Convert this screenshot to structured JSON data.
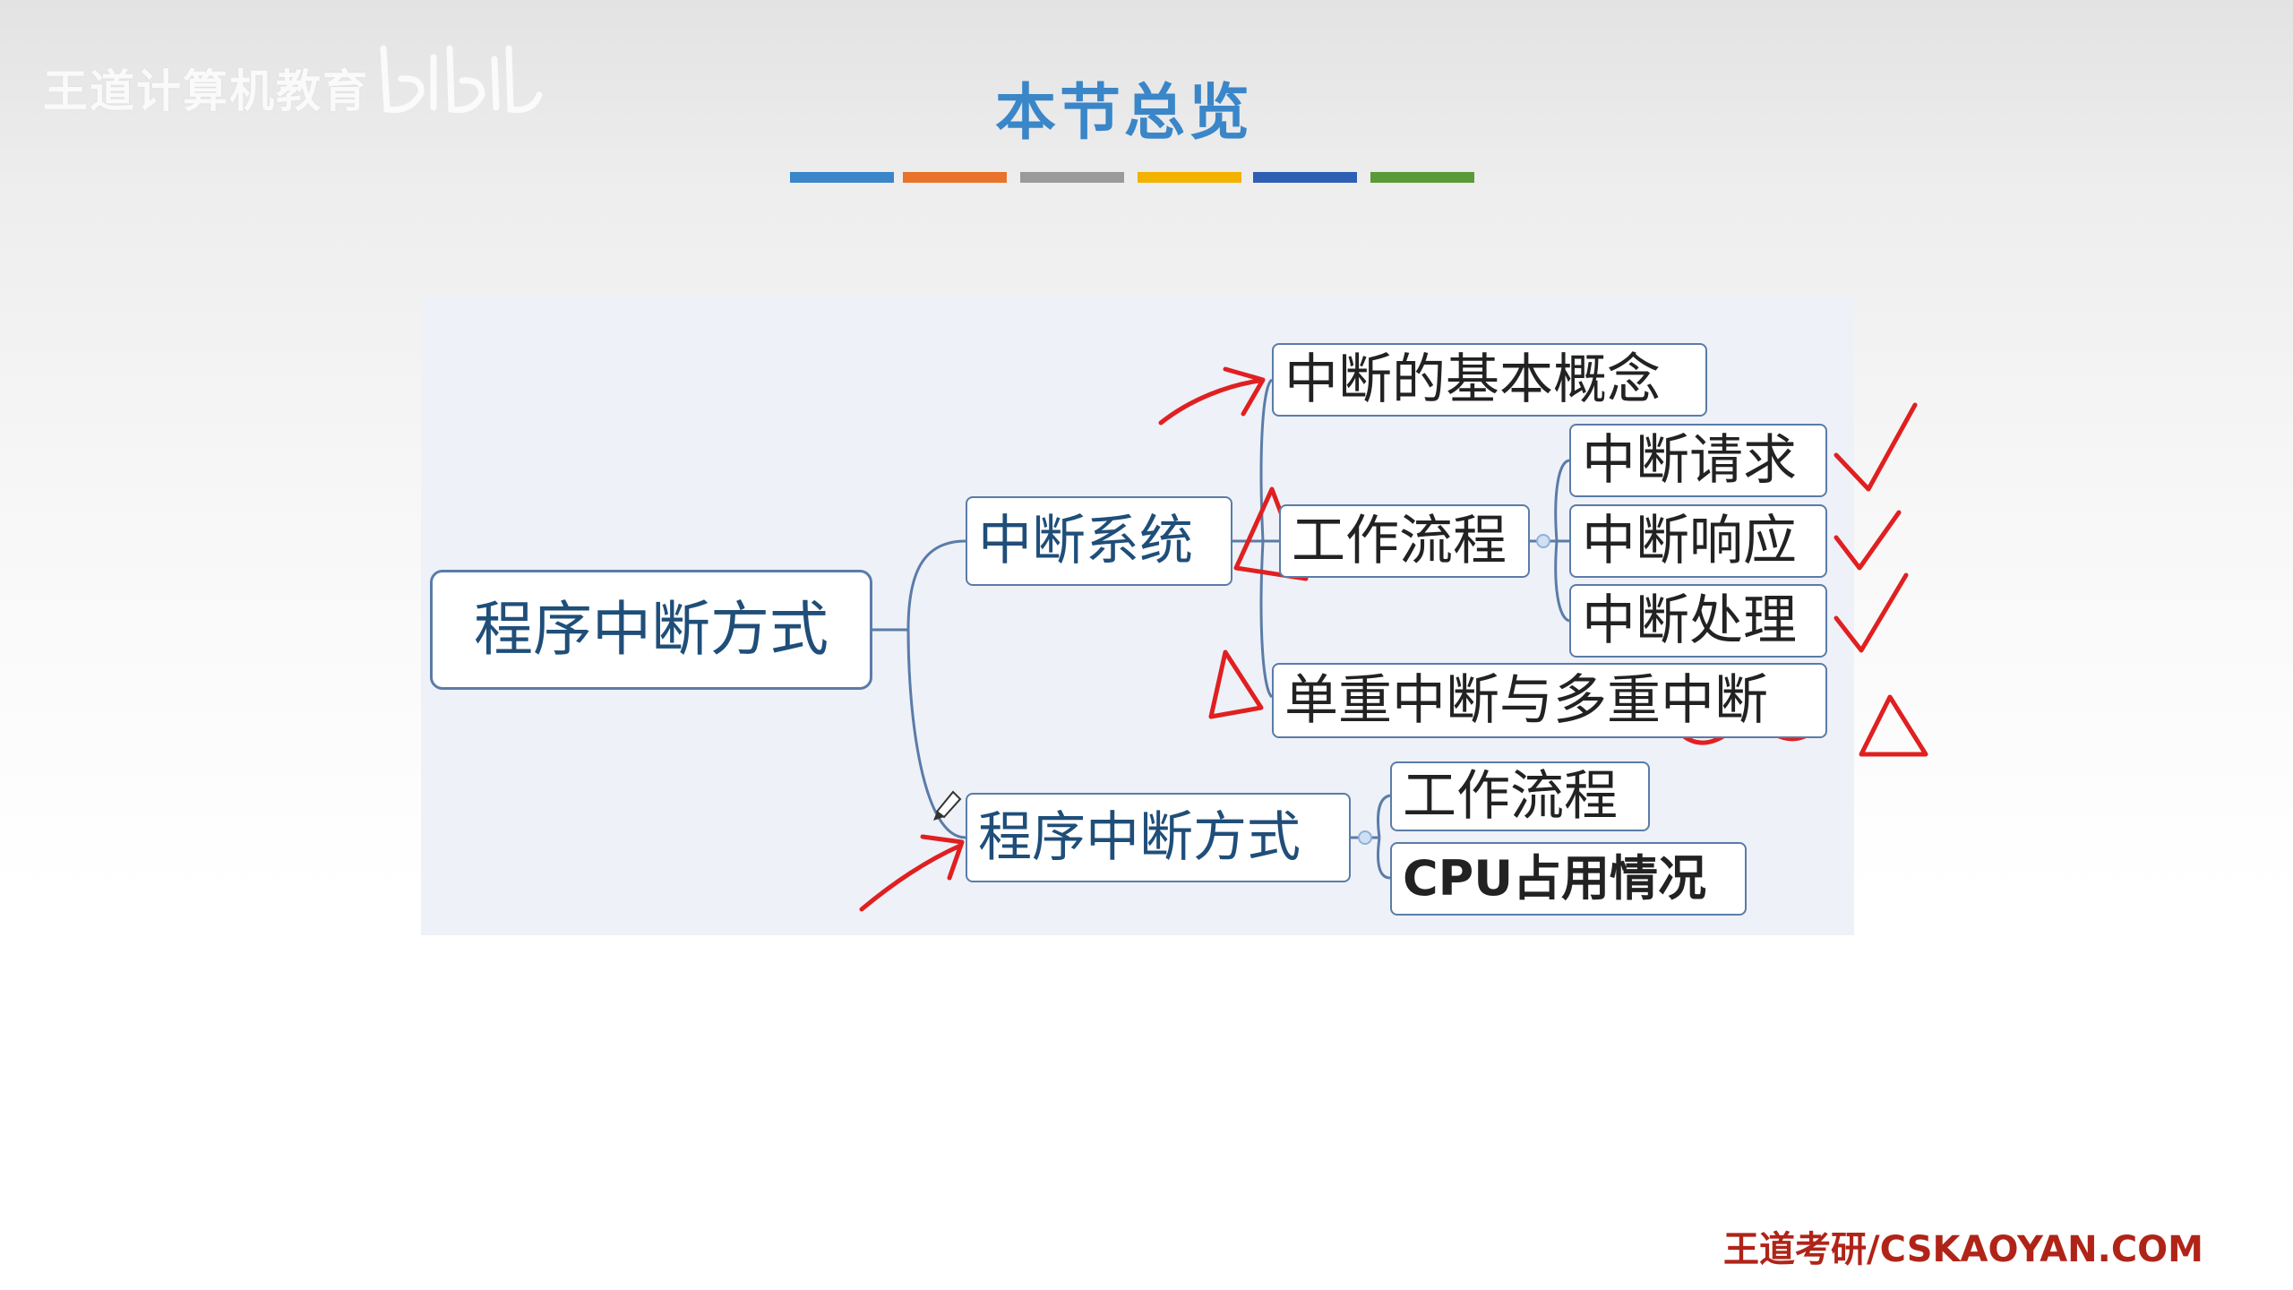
{
  "watermark": "王道计算机教育",
  "title": "本节总览",
  "color_bar": [
    "#3a86c8",
    "#e8732a",
    "#9a9a9a",
    "#f2b200",
    "#2f5fb4",
    "#5a9a38"
  ],
  "mindmap": {
    "root": "程序中断方式",
    "branch_1": {
      "label": "中断系统",
      "children": {
        "basic_concept": "中断的基本概念",
        "workflow": {
          "label": "工作流程",
          "children": [
            "中断请求",
            "中断响应",
            "中断处理"
          ]
        },
        "single_multi": "单重中断与多重中断"
      }
    },
    "branch_2": {
      "label": "程序中断方式",
      "children": [
        "工作流程",
        "CPU占用情况"
      ]
    }
  },
  "annotation_color": "#e02020",
  "line_color": "#5a7ca8",
  "footer": "王道考研/CSKAOYAN.COM"
}
